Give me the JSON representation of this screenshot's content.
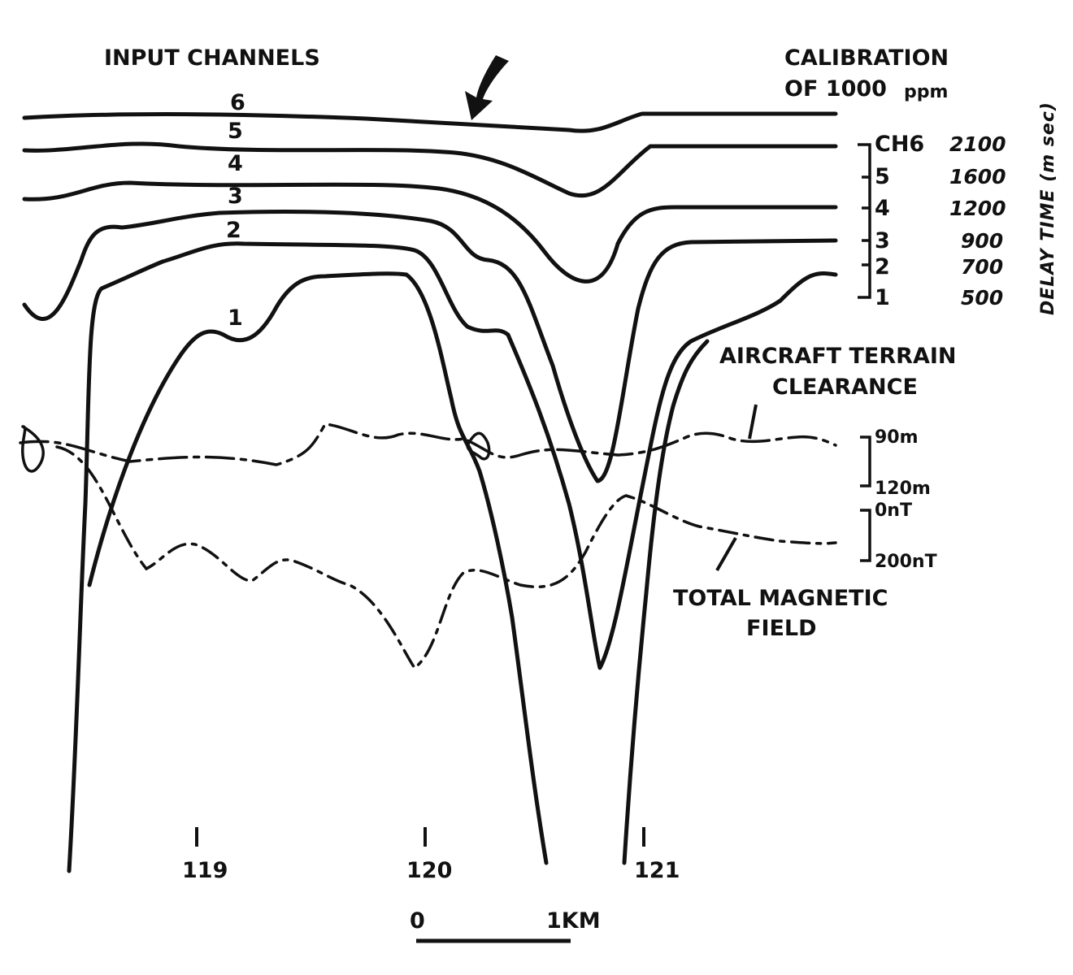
{
  "labels": {
    "input_channels": "INPUT CHANNELS",
    "calibration_line1": "CALIBRATION",
    "calibration_line2": "OF 1000",
    "calibration_unit": "ppm",
    "delay_axis": "DELAY TIME (m sec)",
    "aircraft_line1": "AIRCRAFT TERRAIN",
    "aircraft_line2": "CLEARANCE",
    "magnetic_line1": "TOTAL MAGNETIC",
    "magnetic_line2": "FIELD",
    "scale_start": "0",
    "scale_end": "1KM"
  },
  "chart_data": {
    "type": "line",
    "x_ticks": [
      "119",
      "120",
      "121"
    ],
    "series": [
      {
        "name": "6",
        "delay_label": "CH6",
        "delay": "2100"
      },
      {
        "name": "5",
        "delay_label": "5",
        "delay": "1600"
      },
      {
        "name": "4",
        "delay_label": "4",
        "delay": "1200"
      },
      {
        "name": "3",
        "delay_label": "3",
        "delay": "900"
      },
      {
        "name": "2",
        "delay_label": "2",
        "delay": "700"
      },
      {
        "name": "1",
        "delay_label": "1",
        "delay": "500"
      }
    ],
    "clearance_scale": {
      "top": "90m",
      "bottom": "120m"
    },
    "magnetic_scale": {
      "top": "0nT",
      "bottom": "200nT"
    }
  }
}
